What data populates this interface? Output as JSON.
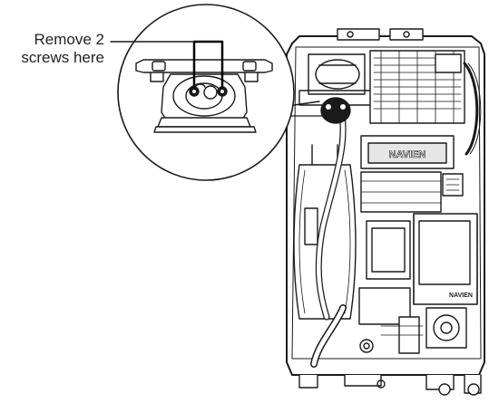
{
  "callout": {
    "line1": "Remove 2",
    "line2": "screws here"
  },
  "unit_panel": {
    "brand_plate": "NAVIEN",
    "brand_small": "NAVIEN"
  },
  "colors": {
    "line": "#1a1a1a",
    "fill": "#ffffff",
    "gray": "#bdbdbd",
    "screw_highlight": "#000000"
  }
}
